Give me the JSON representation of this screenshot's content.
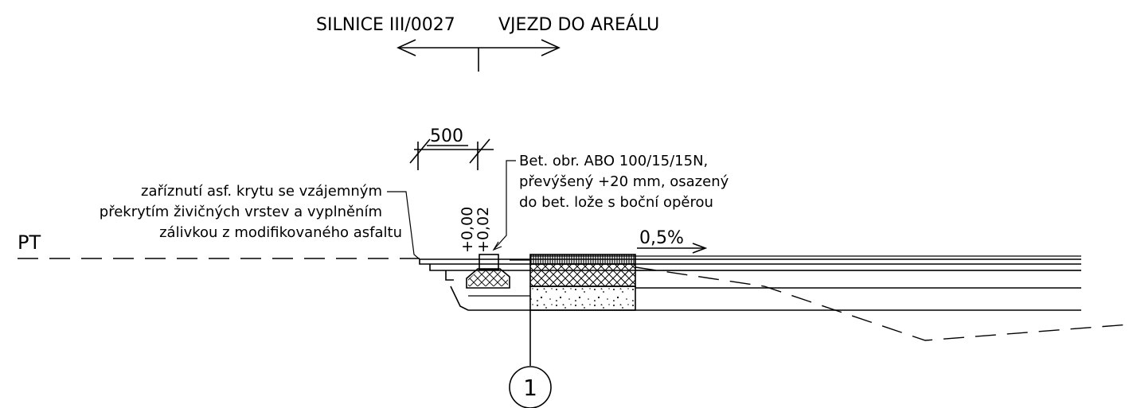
{
  "header": {
    "road_label": "SILNICE III/0027",
    "entrance_label": "VJEZD DO AREÁLU"
  },
  "dimension": {
    "width_label": "500"
  },
  "levels": {
    "level_1": "+0,00",
    "level_2": "+0,02"
  },
  "annotations": {
    "curb": [
      "Bet. obr. ABO 100/15/15N,",
      "převýšený +20 mm, osazený",
      "do bet. lože s boční opěrou"
    ],
    "cut": [
      "zaříznutí asf. krytu se vzájemným",
      "překrytím živičných vrstev a vyplněním",
      "zálivkou z modifikovaného asfaltu"
    ]
  },
  "terrain_label": "PT",
  "slope_label": "0,5%",
  "detail_marker": "1"
}
